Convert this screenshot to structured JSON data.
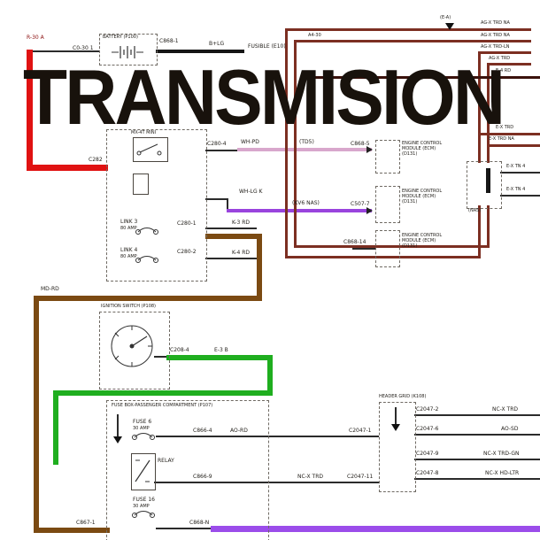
{
  "title": "TRANSMISION",
  "battery": {
    "name": "BATTERY (P100)",
    "wire_in": "R-30 A",
    "conn_left": "C0-30 1",
    "conn_right": "C868-1",
    "wire_out": "B+LG",
    "dest": "FUSIBLE (E10)"
  },
  "red_wire": {
    "corner_conn": "C282"
  },
  "engine_fusebox": {
    "relay_label": "MX-4T MINI",
    "conn_top": "C280-4",
    "row_td5": {
      "wire": "WH-PD",
      "note": "(TD5)"
    },
    "row_kv6": {
      "wire": "WH-LG K",
      "note": "(KV6 NAS)"
    },
    "link3": {
      "name": "LINK 3",
      "amp": "80 AMP",
      "conn": "C280-1",
      "wire": "K-3 RD"
    },
    "link4": {
      "name": "LINK 4",
      "amp": "80 AMP",
      "conn": "C280-2",
      "wire": "K-4 RD"
    },
    "brown_wire": "MD-RD"
  },
  "modules": [
    {
      "conn": "C868-5",
      "name": "ENGINE CONTROL MODULE (ECM) (D131)"
    },
    {
      "conn": "C507-7",
      "name": "ENGINE CONTROL MODULE (ECM) (D131)"
    },
    {
      "conn": "C868-14",
      "name": "ENGINE CONTROL MODULE (ECM) (D131)"
    }
  ],
  "top_right": {
    "arrow_label": "(E-A)",
    "left_conn": "A4-30",
    "labels": [
      "AG-X TRD NA",
      "AG-X TRD NA",
      "AG-X TRD-LN",
      "AG-X TRD"
    ],
    "black_wire": "E-4 RD",
    "stub1": "E-X TRD",
    "stub2": "E-X TRD NA",
    "nas_box": {
      "name": "(NAS)",
      "out1": "E-X TN 4",
      "out2": "E-X TN 4"
    }
  },
  "ignition_switch": {
    "name": "IGNITION SWITCH (P108)",
    "conn": "C208-4",
    "wire": "E-3 B"
  },
  "passenger_fusebox": {
    "title": "FUSE BOX-PASSENGER COMPARTMENT (P107)",
    "fuse6": {
      "name": "FUSE 6",
      "amp": "30 AMP"
    },
    "row1": {
      "conn_a": "C866-4",
      "wire": "AO-RD",
      "conn_b": "C2047-1"
    },
    "relay": "RELAY",
    "row2": {
      "conn_a": "C866-9",
      "wire": "NC-X TRD",
      "conn_b": "C2047-11"
    },
    "fuse16": {
      "name": "FUSE 16",
      "amp": "30 AMP"
    },
    "row3": {
      "conn": "C868-N",
      "entry": "C867-1"
    }
  },
  "header_grid": {
    "title": "HEADER GRID (K108)",
    "rows": [
      {
        "conn": "C2047-2",
        "wire": "NC-X TRD"
      },
      {
        "conn": "C2047-6",
        "wire": "AO-SD"
      },
      {
        "conn": "C2047-9",
        "wire": "NC-X TRD-GN"
      },
      {
        "conn": "C2047-8",
        "wire": "NC-X HD-LTR"
      }
    ]
  },
  "colors": {
    "red": "#e01212",
    "brown": "#7b4a12",
    "green": "#1fae1f",
    "violet": "#9b4dea",
    "maroon": "#7c2f22",
    "pink": "#d8a7cc",
    "purple": "#9944dd",
    "black": "#161616"
  }
}
